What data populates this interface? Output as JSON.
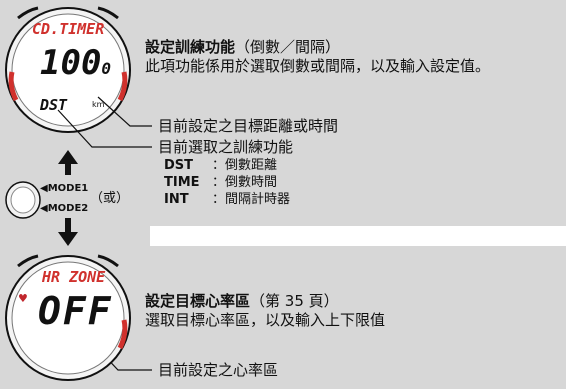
{
  "top_watch": {
    "mode_label": "CD.TIMER",
    "value_main": "100",
    "value_decimal": "0",
    "sub_label": "DST",
    "unit": "km"
  },
  "top_desc": {
    "title": "設定訓練功能",
    "title_suffix": "（倒數／間隔）",
    "line2": "此項功能係用於選取倒數或間隔，以及輸入設定值。"
  },
  "callout_1": "目前設定之目標距離或時間",
  "callout_2": "目前選取之訓練功能",
  "function_list": [
    {
      "key": "DST",
      "value": "：倒數距離"
    },
    {
      "key": "TIME",
      "value": "：倒數時間"
    },
    {
      "key": "INT",
      "value": "：間隔計時器"
    }
  ],
  "mode_buttons": {
    "mode1": "◀MODE1",
    "mode2": "◀MODE2",
    "or": "（或）"
  },
  "bottom_watch": {
    "mode_label": "HR ZONE",
    "value_main": "OFF"
  },
  "bottom_desc": {
    "title": "設定目標心率區",
    "title_suffix": "（第 35 頁）",
    "line2": "選取目標心率區，以及輸入上下限值"
  },
  "callout_3": "目前設定之心率區",
  "colors": {
    "background": "#d7d7d7",
    "lcd_red": "#d0312d",
    "watch_bezel": "#222222",
    "strip": "#ffffff"
  }
}
